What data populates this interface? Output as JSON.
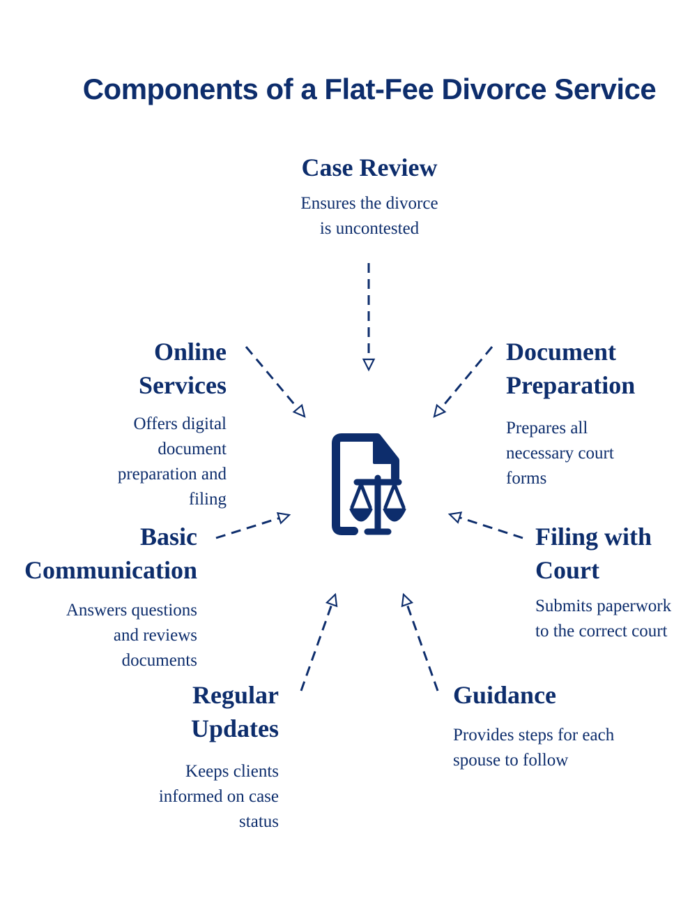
{
  "title": "Components of a Flat-Fee Divorce Service",
  "colors": {
    "primary": "#0d2d6c",
    "background": "#ffffff"
  },
  "center_icon": "legal-document-scales-icon",
  "components": {
    "case_review": {
      "title": "Case Review",
      "desc": "Ensures the divorce\nis uncontested"
    },
    "document_preparation": {
      "title": "Document\nPreparation",
      "desc": "Prepares all\nnecessary court\nforms"
    },
    "filing_with_court": {
      "title": "Filing with\nCourt",
      "desc": "Submits paperwork\nto the correct court"
    },
    "guidance": {
      "title": "Guidance",
      "desc": "Provides steps for each\nspouse to follow"
    },
    "regular_updates": {
      "title": "Regular\nUpdates",
      "desc": "Keeps clients\ninformed on case\nstatus"
    },
    "basic_communication": {
      "title": "Basic\nCommunication",
      "desc": "Answers questions\nand reviews\ndocuments"
    },
    "online_services": {
      "title": "Online\nServices",
      "desc": "Offers digital\ndocument\npreparation and\nfiling"
    }
  }
}
